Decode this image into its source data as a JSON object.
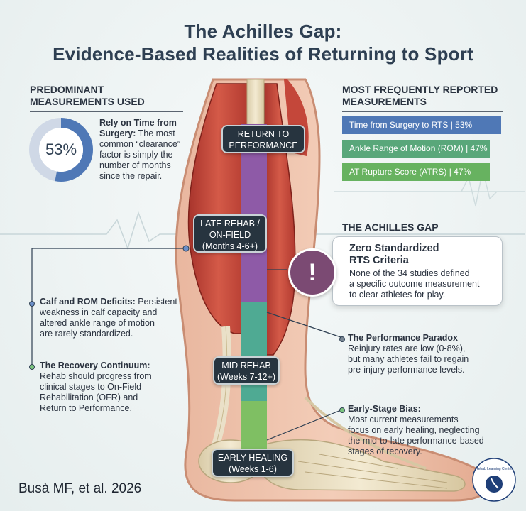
{
  "title": {
    "line1": "The Achilles Gap:",
    "line2": "Evidence-Based Realities of Returning to Sport"
  },
  "predominant": {
    "heading_l1": "PREDOMINANT",
    "heading_l2": "MEASUREMENTS USED",
    "percent_label": "53%",
    "percent_value": 0.53,
    "lead_l1": "Rely on Time from",
    "lead_l2": "Surgery:",
    "text_l2": " The most",
    "text_l3": "common “clearance”",
    "text_l4": "factor is simply the",
    "text_l5": "number of months",
    "text_l6": "since the repair.",
    "ring_color": "#4f78b6"
  },
  "most_reported": {
    "heading_l1": "MOST FREQUENTLY REPORTED",
    "heading_l2": "MEASUREMENTS",
    "bars": [
      {
        "label": "Time from Surgery to RTS | 53%",
        "color": "#4f78b6"
      },
      {
        "label": "Ankle Range of Motion (ROM) | 47%",
        "color": "#59a77a"
      },
      {
        "label": "AT Rupture Score (ATRS) | 47%",
        "color": "#67b260"
      }
    ]
  },
  "stages": {
    "return": {
      "l1": "RETURN TO",
      "l2": "PERFORMANCE"
    },
    "late": {
      "l1": "LATE REHAB /",
      "l2": "ON-FIELD",
      "l3": "(Months 4-6+)"
    },
    "mid": {
      "l1": "MID REHAB",
      "l2": "(Weeks 7-12+)"
    },
    "early": {
      "l1": "EARLY HEALING",
      "l2": "(Weeks 1-6)"
    }
  },
  "gap": {
    "heading": "THE ACHILLES GAP",
    "icon_glyph": "!",
    "title_l1": "Zero Standardized",
    "title_l2": "RTS Criteria",
    "text_l1": "None of the 34 studies defined",
    "text_l2": "a specific outcome measurement",
    "text_l3": "to clear athletes for play."
  },
  "paradox": {
    "title": "The Performance Paradox",
    "l1": "Reinjury rates are low (0-8%),",
    "l2": "but many athletes fail to regain",
    "l3": "pre-injury performance levels."
  },
  "bias": {
    "title": "Early-Stage Bias:",
    "l1": "Most current measurements",
    "l2": "focus on early healing, neglecting",
    "l3": "the mid-to-late performance-based",
    "l4": "stages of recovery."
  },
  "deficits": {
    "lead": "Calf and ROM Deficits:",
    "l1": " Persistent",
    "l2": "weakness in calf capacity and",
    "l3": "altered ankle range of motion",
    "l4": "are rarely standardized."
  },
  "continuum": {
    "lead": "The Recovery Continuum:",
    "l1": "Rehab should progress from",
    "l2": "clinical stages to On-Field",
    "l3": "Rehabilitation (OFR) and",
    "l4": "Return to Performance."
  },
  "citation": "Busà MF, et al. 2026",
  "logo": {
    "text": "Rehab Learning Center"
  }
}
